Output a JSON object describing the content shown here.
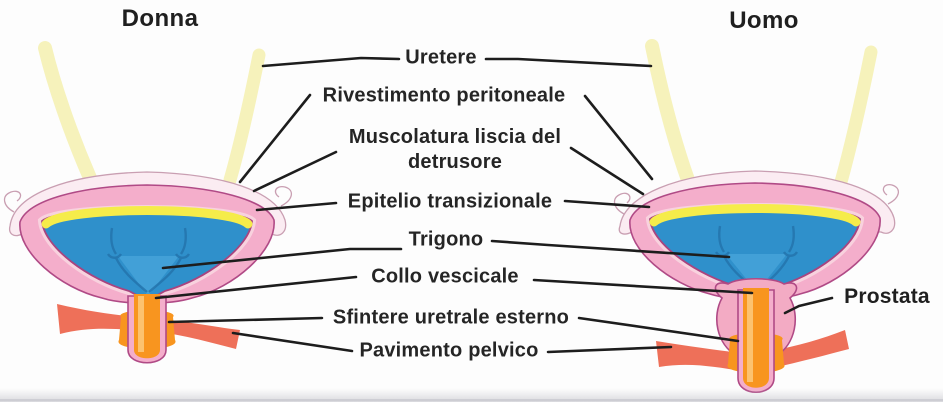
{
  "diagram": {
    "titles": {
      "left": "Donna",
      "right": "Uomo"
    },
    "labels": {
      "uretere": "Uretere",
      "rivestimento_peritoneale": "Rivestimento peritoneale",
      "muscolatura_line1": "Muscolatura liscia del",
      "muscolatura_line2": "detrusore",
      "epitelio_transizionale": "Epitelio transizionale",
      "trigono": "Trigono",
      "collo_vescicale": "Collo vescicale",
      "sfintere_uretrale_esterno": "Sfintere uretrale esterno",
      "pavimento_pelvico": "Pavimento pelvico",
      "prostata": "Prostata"
    },
    "colors": {
      "ureter_yellow": "#f6f2bb",
      "peritoneum_pale_pink": "#fbecf2",
      "bladder_wall_pink": "#f4aecb",
      "inner_wall_light_pink": "#f8d2de",
      "epithelium_yellow": "#f5ec4a",
      "lumen_blue": "#2f90cb",
      "trigone_light_blue": "#4aa6db",
      "detail_blue": "#2373ab",
      "urethra_orange": "#f8951f",
      "urethra_stripe": "#fcc678",
      "pelvic_floor_salmon": "#ee7059",
      "prostate_pink": "#f3abc4",
      "outline_magenta": "#b04a86",
      "leader_line_black": "#1d1d1d"
    }
  }
}
